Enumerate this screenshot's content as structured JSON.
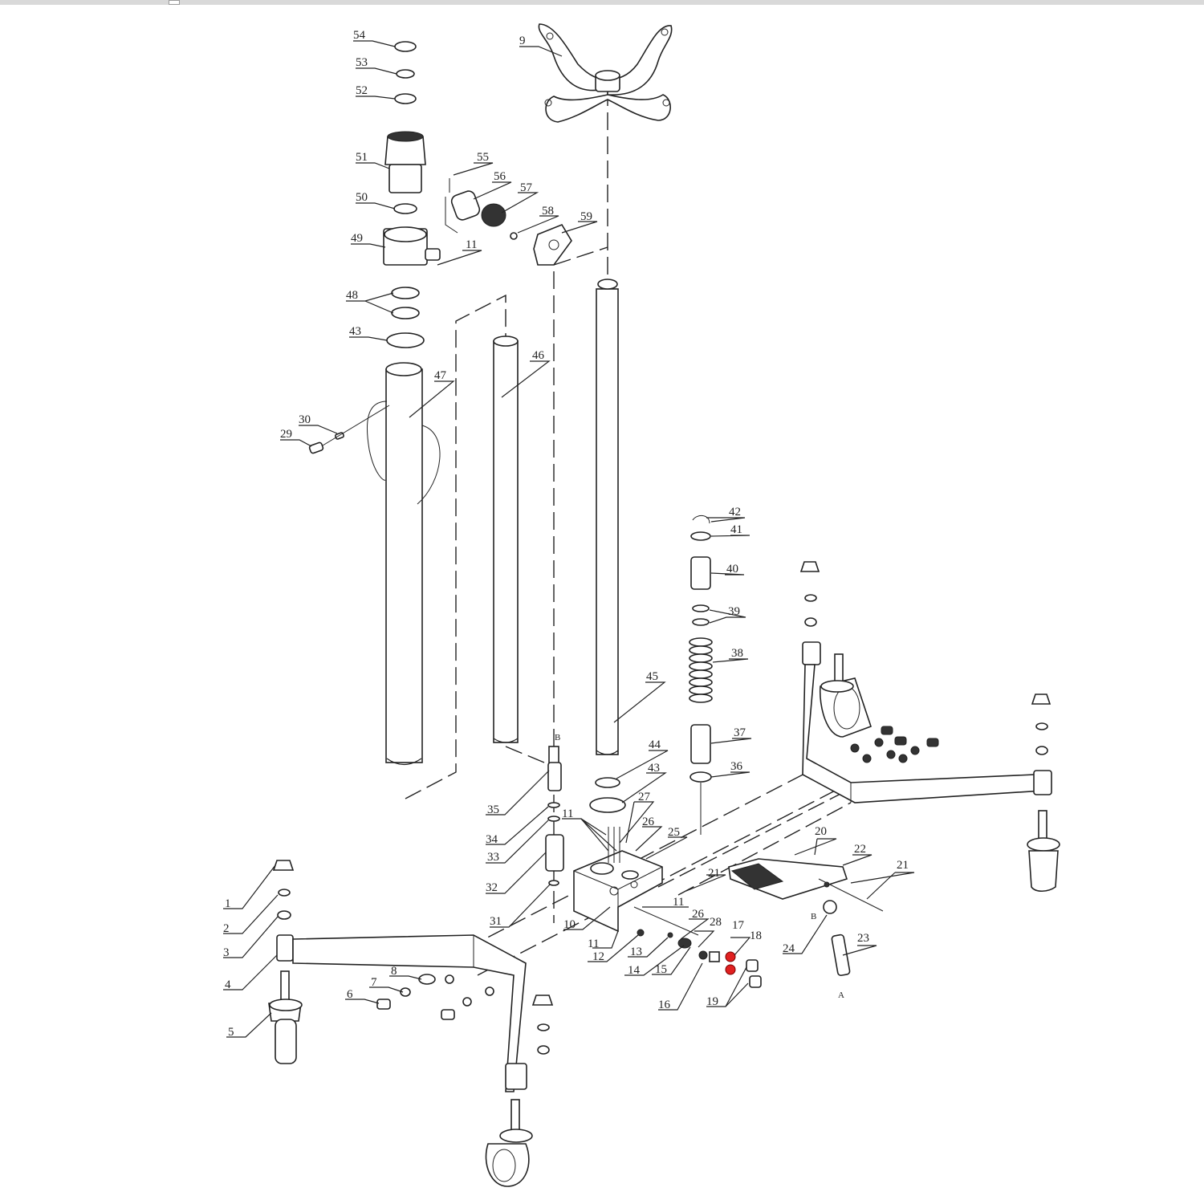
{
  "diagram": {
    "accent_color": "#e02020",
    "labels": {
      "p1": "1",
      "p2": "2",
      "p3": "3",
      "p4": "4",
      "p5": "5",
      "p6": "6",
      "p7": "7",
      "p8": "8",
      "p9": "9",
      "p10": "10",
      "p11a": "11",
      "p11b": "11",
      "p11c": "11",
      "p11d": "11",
      "p12": "12",
      "p13": "13",
      "p14": "14",
      "p15": "15",
      "p16": "16",
      "p17": "17",
      "p18": "18",
      "p19": "19",
      "p20": "20",
      "p21a": "21",
      "p21b": "21",
      "p22": "22",
      "p23": "23",
      "p24": "24",
      "p25": "25",
      "p26a": "26",
      "p26b": "26",
      "p27": "27",
      "p28": "28",
      "p29": "29",
      "p30": "30",
      "p31": "31",
      "p32": "32",
      "p33": "33",
      "p34": "34",
      "p35": "35",
      "p36": "36",
      "p37": "37",
      "p38": "38",
      "p39": "39",
      "p40": "40",
      "p41": "41",
      "p42": "42",
      "p43a": "43",
      "p43b": "43",
      "p44": "44",
      "p45": "45",
      "p46": "46",
      "p47": "47",
      "p48": "48",
      "p49": "49",
      "p50": "50",
      "p51": "51",
      "p52": "52",
      "p53": "53",
      "p54": "54",
      "p55": "55",
      "p56": "56",
      "p57": "57",
      "p58": "58",
      "p59": "59",
      "markB1": "B",
      "markB2": "B",
      "markA": "A"
    }
  }
}
